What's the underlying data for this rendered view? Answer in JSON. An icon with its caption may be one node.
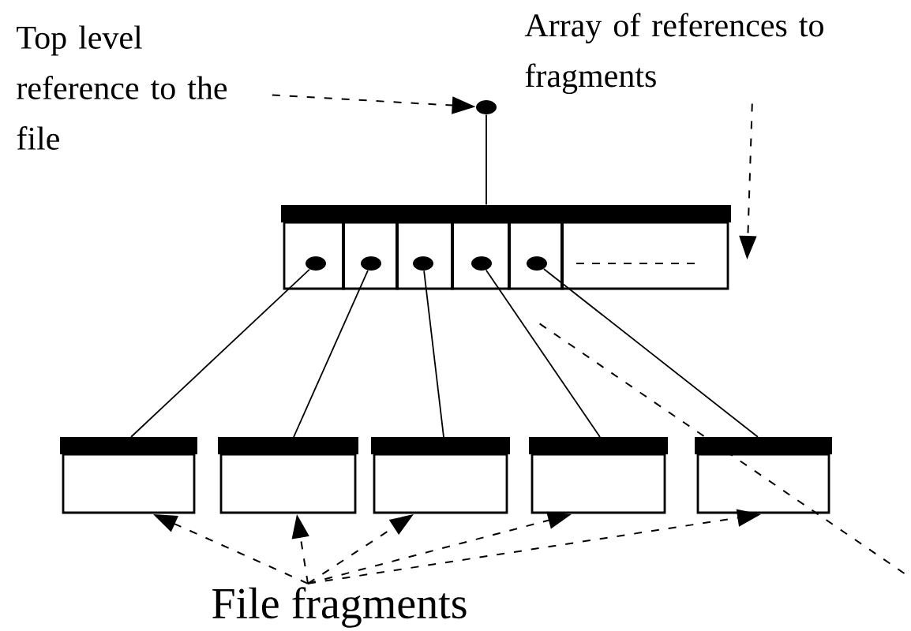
{
  "diagram": {
    "nodes": [
      {
        "text": [
          "Top level reference to the file"
        ]
      },
      {
        "text": [],
        "shape": "circle"
      },
      {
        "text": [
          "Array of references to fragments"
        ]
      },
      {
        "text": [],
        "shape": "box"
      },
      {
        "text": [],
        "shape": "circle",
        "in": 3
      },
      {
        "text": [],
        "shape": "circle",
        "in": 3
      },
      {
        "text": [],
        "shape": "circle",
        "in": 3
      },
      {
        "text": [],
        "shape": "circle",
        "in": 3
      },
      {
        "text": [],
        "shape": "circle",
        "in": 3
      },
      {
        "text": [],
        "shape": "box"
      },
      {
        "text": [],
        "shape": "box"
      },
      {
        "text": [],
        "shape": "box"
      },
      {
        "text": [],
        "shape": "box"
      },
      {
        "text": [],
        "shape": "box"
      },
      {
        "text": [
          "File fragments"
        ]
      }
    ],
    "edges": [
      {
        "from": 0,
        "to": 1,
        "arrow": "to",
        "style": "dashed"
      },
      {
        "from": 2,
        "to": 3,
        "arrow": "to",
        "style": "dashed"
      },
      {
        "from": 1,
        "to": 3,
        "arrow": "none"
      },
      {
        "from": 4,
        "to": 9,
        "arrow": "none"
      },
      {
        "from": 5,
        "to": 10,
        "arrow": "none"
      },
      {
        "from": 6,
        "to": 11,
        "arrow": "none"
      },
      {
        "from": 7,
        "to": 12,
        "arrow": "none"
      },
      {
        "from": 8,
        "to": 13,
        "arrow": "none"
      },
      {
        "from": 3,
        "to": null,
        "arrow": "none",
        "style": "dashed"
      },
      {
        "from": 14,
        "to": 9,
        "arrow": "to",
        "style": "dashed"
      },
      {
        "from": 14,
        "to": 10,
        "arrow": "to",
        "style": "dashed"
      },
      {
        "from": 14,
        "to": 11,
        "arrow": "to",
        "style": "dashed"
      },
      {
        "from": 14,
        "to": 12,
        "arrow": "to",
        "style": "dashed"
      },
      {
        "from": 14,
        "to": 13,
        "arrow": "to",
        "style": "dashed"
      }
    ]
  }
}
